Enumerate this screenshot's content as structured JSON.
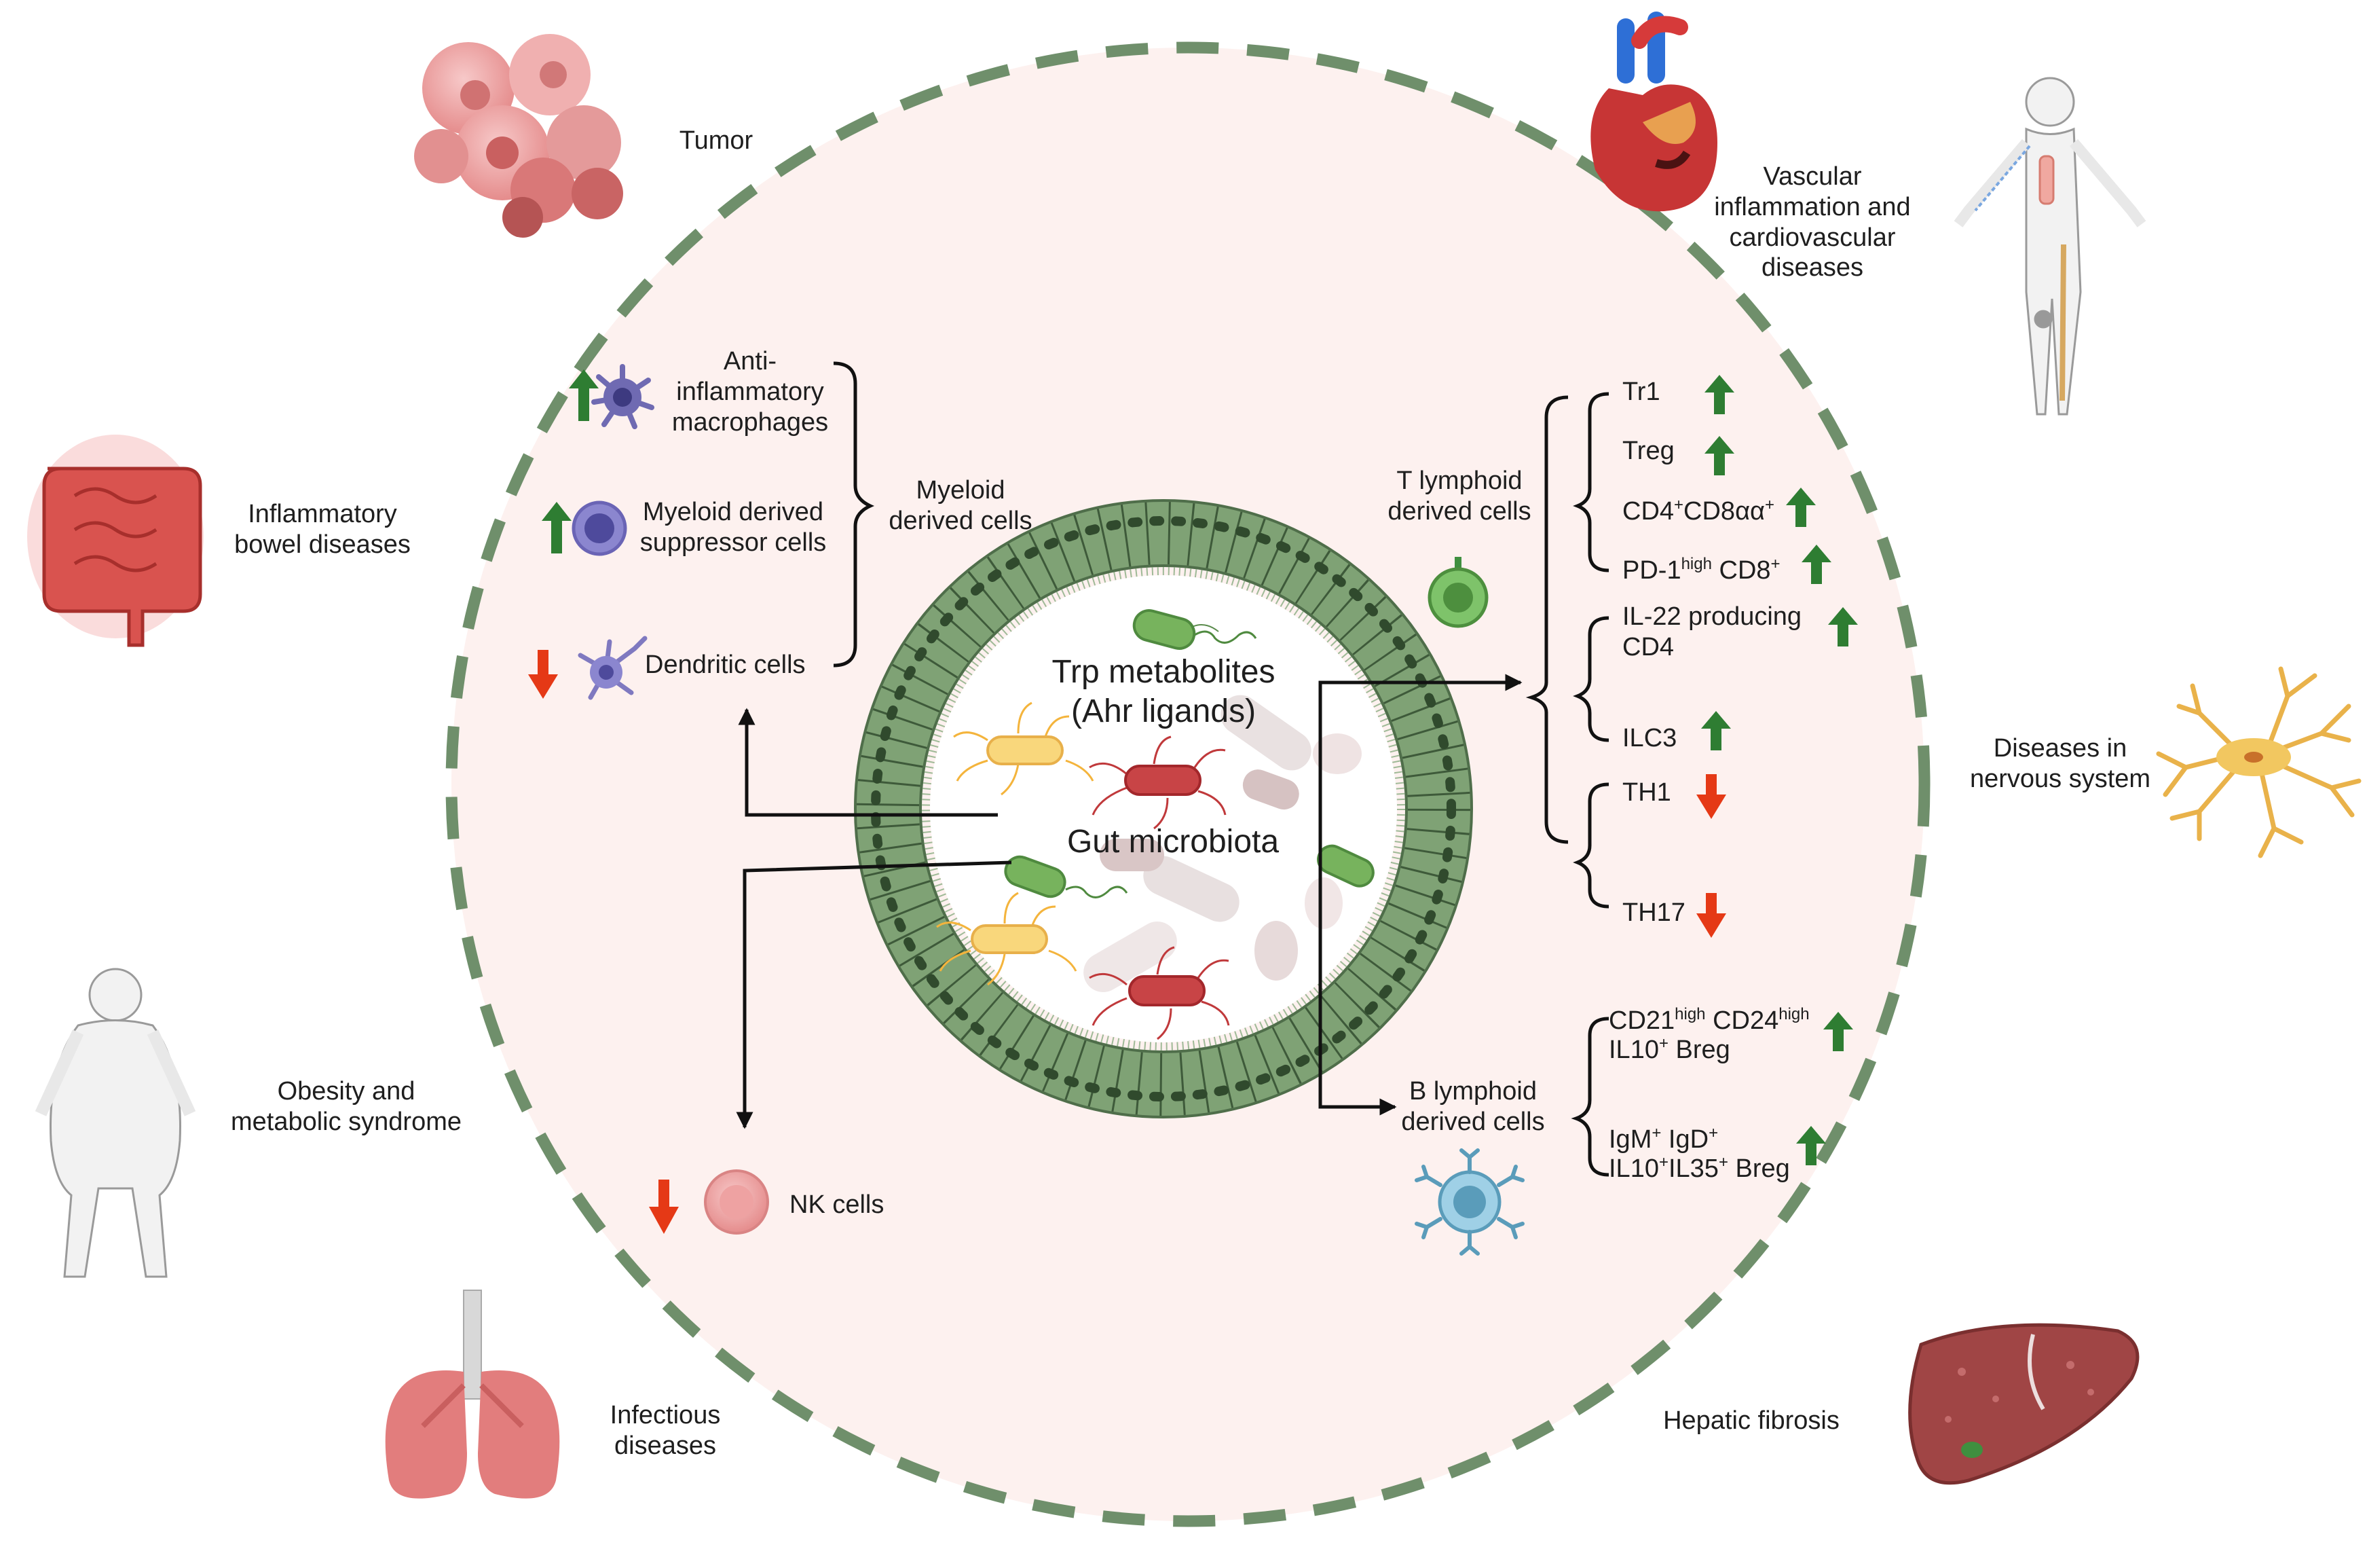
{
  "center": {
    "metabolites": "Trp metabolites\n(Ahr ligands)",
    "microbiota": "Gut microbiota"
  },
  "diseases": {
    "tumor": "Tumor",
    "vascular": "Vascular\ninflammation and\ncardiovascular\ndiseases",
    "ibd": "Inflammatory\nbowel diseases",
    "nervous": "Diseases in\nnervous system",
    "obesity": "Obesity and\nmetabolic syndrome",
    "infectious": "Infectious\ndiseases",
    "hepatic": "Hepatic fibrosis"
  },
  "myeloid": {
    "group_label": "Myeloid\nderived cells",
    "anti_macrophages": "Anti-\ninflammatory\nmacrophages",
    "mdsc": "Myeloid derived\nsuppressor cells",
    "dendritic": "Dendritic cells"
  },
  "nk": {
    "label": "NK cells"
  },
  "t_lymphoid": {
    "group_label": "T lymphoid\nderived cells",
    "tr1": "Tr1",
    "treg": "Treg",
    "cd4cd8": {
      "a": "CD4",
      "a_sup": "+",
      "b": "CD8αα",
      "b_sup": "+"
    },
    "pd1": {
      "a": "PD-1",
      "a_sup": "high",
      "b": " CD8",
      "b_sup": "+"
    },
    "il22": "IL-22 producing\nCD4",
    "ilc3": "ILC3",
    "th1": "TH1",
    "th17": "TH17"
  },
  "b_lymphoid": {
    "group_label": "B lymphoid\nderived cells",
    "breg1_line1": {
      "a": "CD21",
      "a_sup": "high",
      "b": " CD24",
      "b_sup": "high"
    },
    "breg1_line2": {
      "a": "IL10",
      "a_sup": "+",
      "b": " Breg"
    },
    "breg2_line1": {
      "a": "IgM",
      "a_sup": "+",
      "b": " IgD",
      "b_sup": "+"
    },
    "breg2_line2": {
      "a": "IL10",
      "a_sup": "+",
      "b": "IL35",
      "b_sup": "+",
      "c": " Breg"
    }
  },
  "colors": {
    "up_arrow": "#2e7d32",
    "down_arrow": "#e53916",
    "circle_fill": "#fdf1ef",
    "dashed_border": "#6f8f6b",
    "epithelium": "#7fa275"
  }
}
